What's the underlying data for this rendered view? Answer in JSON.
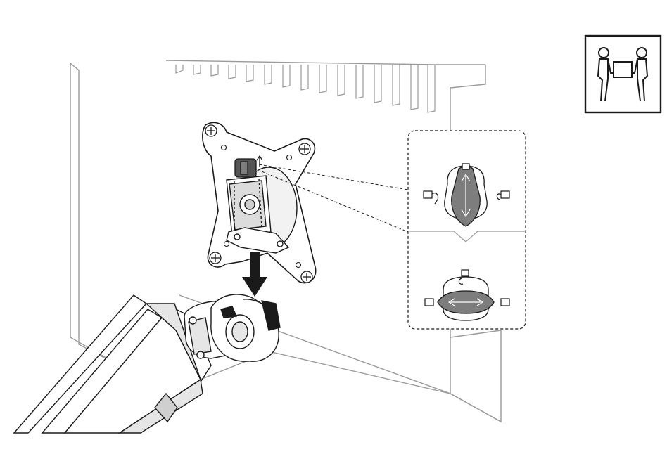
{
  "figure": {
    "background_color": "#ffffff",
    "line_color": "#1a1a1a",
    "light_line_color": "#9a9a9a",
    "knob_fill_color": "#7d7d7d",
    "icons": {
      "two_person_lift": "two-person-lift-icon",
      "lock": "lock-icon",
      "unlock": "unlock-icon",
      "down_arrow": "down-arrow-icon"
    },
    "callout": {
      "top_knob": {
        "orientation": "vertical",
        "state": "unlocked"
      },
      "bottom_knob": {
        "orientation": "horizontal",
        "state": "locked"
      }
    }
  }
}
